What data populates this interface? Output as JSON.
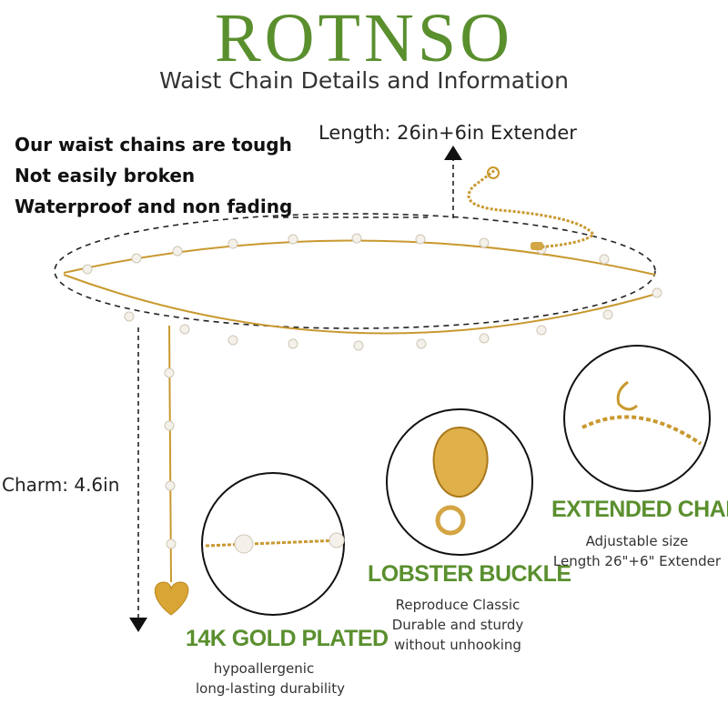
{
  "brand": "ROTNSO",
  "subtitle": "Waist Chain Details and Information",
  "claims": [
    "Our waist chains are tough",
    "Not easily broken",
    "Waterproof and non fading"
  ],
  "length_label": "Length: 26in+6in Extender",
  "charm_label": "Charm: 4.6in",
  "features": {
    "gold": {
      "title": "14K GOLD PLATED",
      "lines": [
        "hypoallergenic",
        "long-lasting durability"
      ]
    },
    "lobster": {
      "title": "LOBSTER BUCKLE",
      "lines": [
        "Reproduce Classic",
        "Durable and sturdy",
        "without unhooking"
      ]
    },
    "extended": {
      "title": "EXTENDED CHAIN",
      "lines": [
        "Adjustable size",
        "Length 26\"+6\" Extender"
      ]
    }
  },
  "colors": {
    "accent_green": "#5a8f2e",
    "gold": "#d4a544",
    "pearl": "#f4f1ea"
  }
}
